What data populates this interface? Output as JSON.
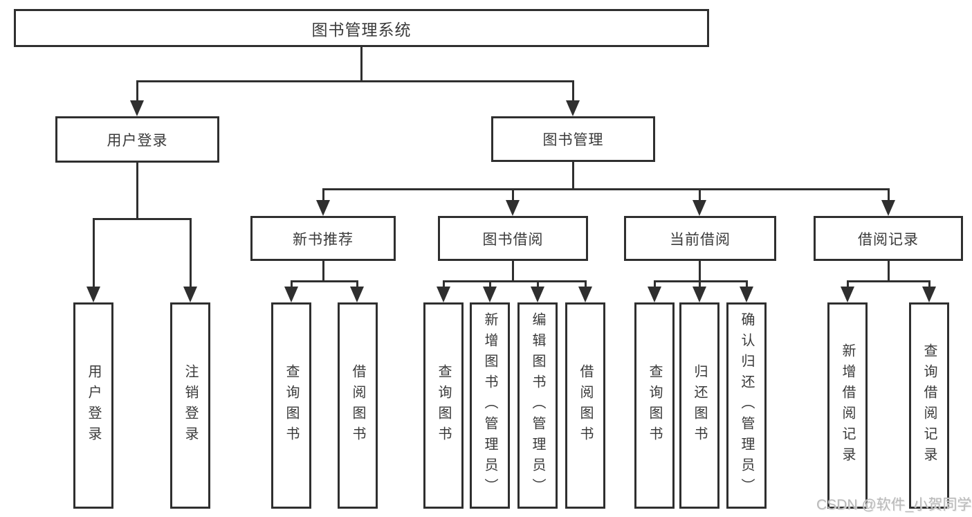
{
  "diagram": {
    "title": "图书管理系统",
    "root": {
      "label": "图书管理系统"
    },
    "level2": [
      {
        "label": "用户登录"
      },
      {
        "label": "图书管理"
      }
    ],
    "level3": [
      {
        "label": "新书推荐",
        "parent": "图书管理"
      },
      {
        "label": "图书借阅",
        "parent": "图书管理"
      },
      {
        "label": "当前借阅",
        "parent": "图书管理"
      },
      {
        "label": "借阅记录",
        "parent": "图书管理"
      }
    ],
    "leaves": [
      {
        "label": "用户登录",
        "parent": "用户登录"
      },
      {
        "label": "注销登录",
        "parent": "用户登录"
      },
      {
        "label": "查询图书",
        "parent": "新书推荐"
      },
      {
        "label": "借阅图书",
        "parent": "新书推荐"
      },
      {
        "label": "查询图书",
        "parent": "图书借阅"
      },
      {
        "label": "新增图书（管理员）",
        "parent": "图书借阅"
      },
      {
        "label": "编辑图书（管理员）",
        "parent": "图书借阅"
      },
      {
        "label": "借阅图书",
        "parent": "图书借阅"
      },
      {
        "label": "查询图书",
        "parent": "当前借阅"
      },
      {
        "label": "归还图书",
        "parent": "当前借阅"
      },
      {
        "label": "确认归还（管理员）",
        "parent": "当前借阅"
      },
      {
        "label": "新增借阅记录",
        "parent": "借阅记录"
      },
      {
        "label": "查询借阅记录",
        "parent": "借阅记录"
      }
    ],
    "colors": {
      "line": "#2f2f2f",
      "text": "#3a3a3a",
      "background": "#ffffff",
      "watermark": "#b9b9b9"
    }
  },
  "watermark": {
    "text": "CSDN @软件_小贺同学"
  }
}
